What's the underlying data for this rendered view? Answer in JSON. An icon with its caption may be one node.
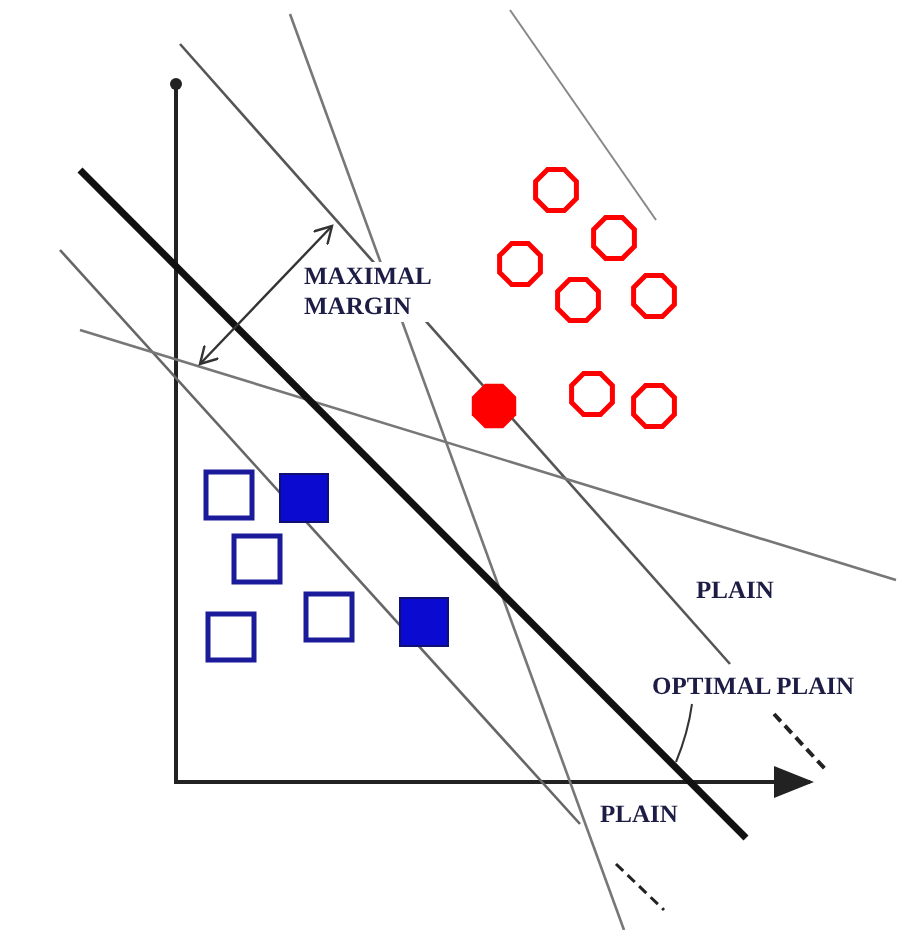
{
  "diagram": {
    "nodes": [
      {
        "text": [
          "OPTIMAL PLAIN"
        ]
      },
      {
        "text": [],
        "shape": "line"
      }
    ],
    "edges": [
      {
        "from": 0,
        "to": 1,
        "arrow": "none"
      }
    ],
    "labels": [
      "MAXIMAL MARGIN",
      "PLAIN",
      "PLAIN"
    ]
  }
}
